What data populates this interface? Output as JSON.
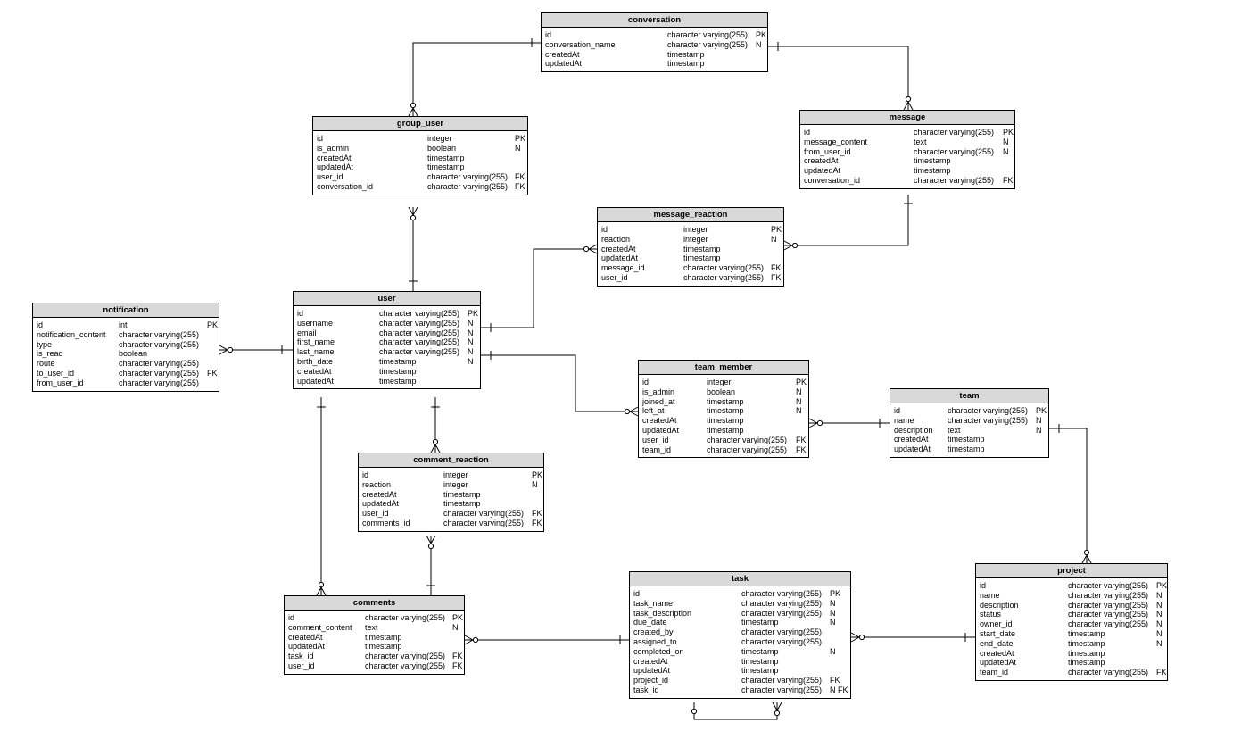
{
  "tables": [
    {
      "name": "conversation",
      "rows": [
        {
          "field": "id",
          "type": "character varying(255)",
          "key": "PK"
        },
        {
          "field": "conversation_name",
          "type": "character varying(255)",
          "key": "N"
        },
        {
          "field": "createdAt",
          "type": "timestamp",
          "key": ""
        },
        {
          "field": "updatedAt",
          "type": "timestamp",
          "key": ""
        }
      ]
    },
    {
      "name": "group_user",
      "rows": [
        {
          "field": "id",
          "type": "integer",
          "key": "PK"
        },
        {
          "field": "is_admin",
          "type": "boolean",
          "key": "N"
        },
        {
          "field": "createdAt",
          "type": "timestamp",
          "key": ""
        },
        {
          "field": "updatedAt",
          "type": "timestamp",
          "key": ""
        },
        {
          "field": "user_id",
          "type": "character varying(255)",
          "key": "FK"
        },
        {
          "field": "conversation_id",
          "type": "character varying(255)",
          "key": "FK"
        }
      ]
    },
    {
      "name": "message",
      "rows": [
        {
          "field": "id",
          "type": "character varying(255)",
          "key": "PK"
        },
        {
          "field": "message_content",
          "type": "text",
          "key": "N"
        },
        {
          "field": "from_user_id",
          "type": "character varying(255)",
          "key": "N"
        },
        {
          "field": "createdAt",
          "type": "timestamp",
          "key": ""
        },
        {
          "field": "updatedAt",
          "type": "timestamp",
          "key": ""
        },
        {
          "field": "conversation_id",
          "type": "character varying(255)",
          "key": "FK"
        }
      ]
    },
    {
      "name": "message_reaction",
      "rows": [
        {
          "field": "id",
          "type": "integer",
          "key": "PK"
        },
        {
          "field": "reaction",
          "type": "integer",
          "key": "N"
        },
        {
          "field": "createdAt",
          "type": "timestamp",
          "key": ""
        },
        {
          "field": "updatedAt",
          "type": "timestamp",
          "key": ""
        },
        {
          "field": "message_id",
          "type": "character varying(255)",
          "key": "FK"
        },
        {
          "field": "user_id",
          "type": "character varying(255)",
          "key": "FK"
        }
      ]
    },
    {
      "name": "notification",
      "rows": [
        {
          "field": "id",
          "type": "int",
          "key": "PK"
        },
        {
          "field": "notification_content",
          "type": "character varying(255)",
          "key": ""
        },
        {
          "field": "type",
          "type": "character varying(255)",
          "key": ""
        },
        {
          "field": "is_read",
          "type": "boolean",
          "key": ""
        },
        {
          "field": "route",
          "type": "character varying(255)",
          "key": ""
        },
        {
          "field": "to_user_id",
          "type": "character varying(255)",
          "key": "FK"
        },
        {
          "field": "from_user_id",
          "type": "character varying(255)",
          "key": ""
        }
      ]
    },
    {
      "name": "user",
      "rows": [
        {
          "field": "id",
          "type": "character varying(255)",
          "key": "PK"
        },
        {
          "field": "username",
          "type": "character varying(255)",
          "key": "N"
        },
        {
          "field": "email",
          "type": "character varying(255)",
          "key": "N"
        },
        {
          "field": "first_name",
          "type": "character varying(255)",
          "key": "N"
        },
        {
          "field": "last_name",
          "type": "character varying(255)",
          "key": "N"
        },
        {
          "field": "birth_date",
          "type": "timestamp",
          "key": "N"
        },
        {
          "field": "createdAt",
          "type": "timestamp",
          "key": ""
        },
        {
          "field": "updatedAt",
          "type": "timestamp",
          "key": ""
        }
      ]
    },
    {
      "name": "team_member",
      "rows": [
        {
          "field": "id",
          "type": "integer",
          "key": "PK"
        },
        {
          "field": "is_admin",
          "type": "boolean",
          "key": "N"
        },
        {
          "field": "joined_at",
          "type": "timestamp",
          "key": "N"
        },
        {
          "field": "left_at",
          "type": "timestamp",
          "key": "N"
        },
        {
          "field": "createdAt",
          "type": "timestamp",
          "key": ""
        },
        {
          "field": "updatedAt",
          "type": "timestamp",
          "key": ""
        },
        {
          "field": "user_id",
          "type": "character varying(255)",
          "key": "FK"
        },
        {
          "field": "team_id",
          "type": "character varying(255)",
          "key": "FK"
        }
      ]
    },
    {
      "name": "team",
      "rows": [
        {
          "field": "id",
          "type": "character varying(255)",
          "key": "PK"
        },
        {
          "field": "name",
          "type": "character varying(255)",
          "key": "N"
        },
        {
          "field": "description",
          "type": "text",
          "key": "N"
        },
        {
          "field": "createdAt",
          "type": "timestamp",
          "key": ""
        },
        {
          "field": "updatedAt",
          "type": "timestamp",
          "key": ""
        }
      ]
    },
    {
      "name": "comment_reaction",
      "rows": [
        {
          "field": "id",
          "type": "integer",
          "key": "PK"
        },
        {
          "field": "reaction",
          "type": "integer",
          "key": "N"
        },
        {
          "field": "createdAt",
          "type": "timestamp",
          "key": ""
        },
        {
          "field": "updatedAt",
          "type": "timestamp",
          "key": ""
        },
        {
          "field": "user_id",
          "type": "character varying(255)",
          "key": "FK"
        },
        {
          "field": "comments_id",
          "type": "character varying(255)",
          "key": "FK"
        }
      ]
    },
    {
      "name": "comments",
      "rows": [
        {
          "field": "id",
          "type": "character varying(255)",
          "key": "PK"
        },
        {
          "field": "comment_content",
          "type": "text",
          "key": "N"
        },
        {
          "field": "createdAt",
          "type": "timestamp",
          "key": ""
        },
        {
          "field": "updatedAt",
          "type": "timestamp",
          "key": ""
        },
        {
          "field": "task_id",
          "type": "character varying(255)",
          "key": "FK"
        },
        {
          "field": "user_id",
          "type": "character varying(255)",
          "key": "FK"
        }
      ]
    },
    {
      "name": "task",
      "rows": [
        {
          "field": "id",
          "type": "character varying(255)",
          "key": "PK"
        },
        {
          "field": "task_name",
          "type": "character varying(255)",
          "key": "N"
        },
        {
          "field": "task_description",
          "type": "character varying(255)",
          "key": "N"
        },
        {
          "field": "due_date",
          "type": "timestamp",
          "key": "N"
        },
        {
          "field": "created_by",
          "type": "character varying(255)",
          "key": ""
        },
        {
          "field": "assigned_to",
          "type": "character varying(255)",
          "key": ""
        },
        {
          "field": "completed_on",
          "type": "timestamp",
          "key": "N"
        },
        {
          "field": "createdAt",
          "type": "timestamp",
          "key": ""
        },
        {
          "field": "updatedAt",
          "type": "timestamp",
          "key": ""
        },
        {
          "field": "project_id",
          "type": "character varying(255)",
          "key": "FK"
        },
        {
          "field": "task_id",
          "type": "character varying(255)",
          "key": "N FK"
        }
      ]
    },
    {
      "name": "project",
      "rows": [
        {
          "field": "id",
          "type": "character varying(255)",
          "key": "PK"
        },
        {
          "field": "name",
          "type": "character varying(255)",
          "key": "N"
        },
        {
          "field": "description",
          "type": "character varying(255)",
          "key": "N"
        },
        {
          "field": "status",
          "type": "character varying(255)",
          "key": "N"
        },
        {
          "field": "owner_id",
          "type": "character varying(255)",
          "key": "N"
        },
        {
          "field": "start_date",
          "type": "timestamp",
          "key": "N"
        },
        {
          "field": "end_date",
          "type": "timestamp",
          "key": "N"
        },
        {
          "field": "createdAt",
          "type": "timestamp",
          "key": ""
        },
        {
          "field": "updatedAt",
          "type": "timestamp",
          "key": ""
        },
        {
          "field": "team_id",
          "type": "character varying(255)",
          "key": "FK"
        }
      ]
    }
  ],
  "relationships": [
    {
      "from": "conversation",
      "to": "group_user",
      "notation": "one-to-many"
    },
    {
      "from": "conversation",
      "to": "message",
      "notation": "one-to-many"
    },
    {
      "from": "user",
      "to": "group_user",
      "notation": "one-to-many"
    },
    {
      "from": "message",
      "to": "message_reaction",
      "notation": "one-to-many"
    },
    {
      "from": "user",
      "to": "message_reaction",
      "notation": "one-to-many"
    },
    {
      "from": "user",
      "to": "notification",
      "notation": "one-to-many"
    },
    {
      "from": "user",
      "to": "team_member",
      "notation": "one-to-many"
    },
    {
      "from": "team",
      "to": "team_member",
      "notation": "one-to-many"
    },
    {
      "from": "user",
      "to": "comment_reaction",
      "notation": "one-to-many"
    },
    {
      "from": "comments",
      "to": "comment_reaction",
      "notation": "one-to-many"
    },
    {
      "from": "user",
      "to": "comments",
      "notation": "one-to-many"
    },
    {
      "from": "task",
      "to": "comments",
      "notation": "one-to-many"
    },
    {
      "from": "project",
      "to": "task",
      "notation": "one-to-many"
    },
    {
      "from": "team",
      "to": "project",
      "notation": "one-to-many"
    },
    {
      "from": "task",
      "to": "task",
      "notation": "self-reference"
    }
  ]
}
